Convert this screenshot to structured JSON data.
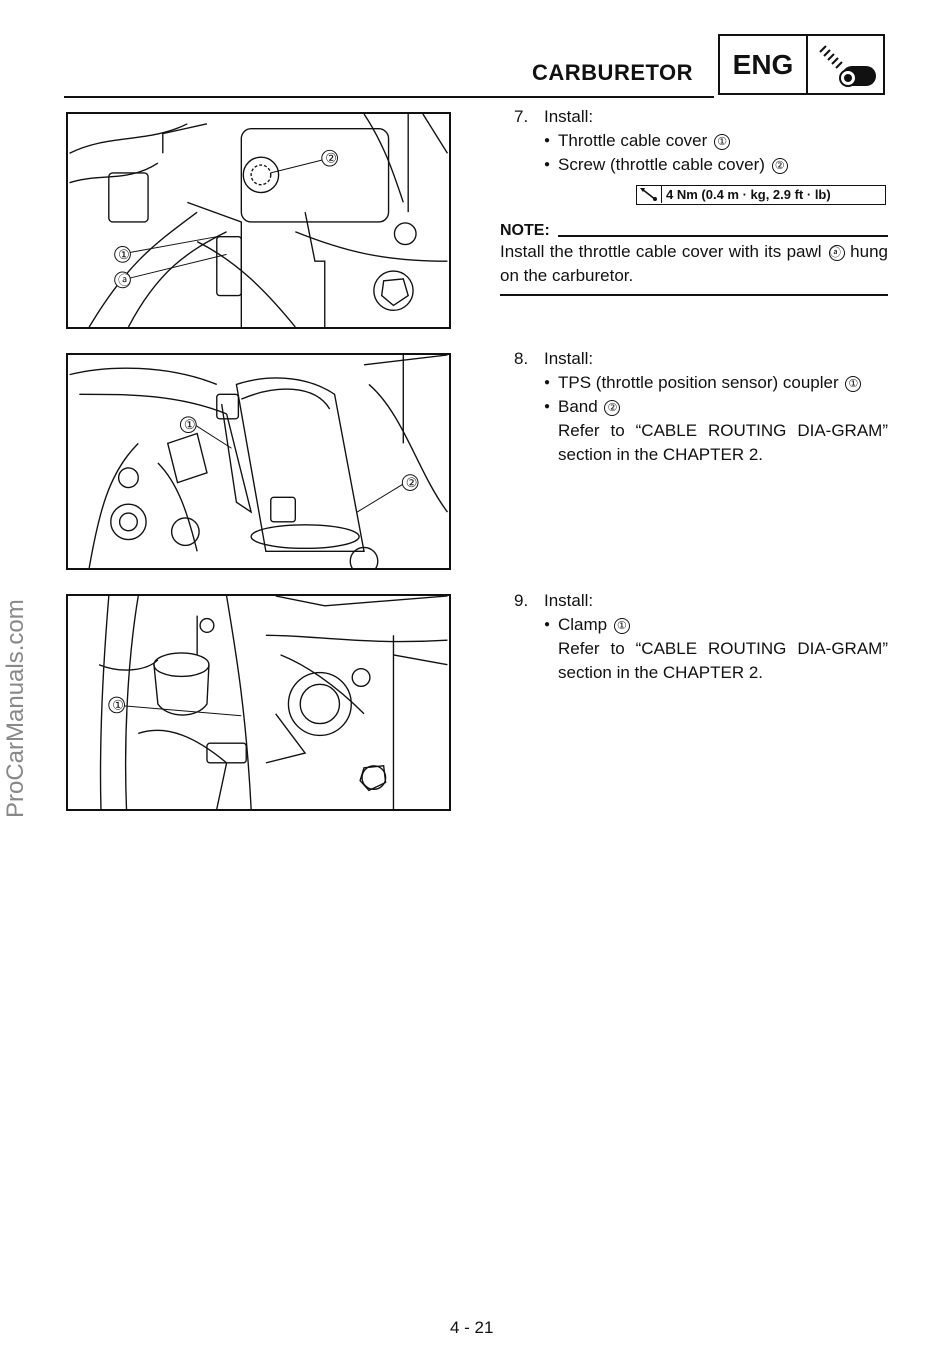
{
  "header": {
    "title": "CARBURETOR",
    "section_badge": "ENG",
    "section_icon": "engine-icon"
  },
  "figures": [
    {
      "callouts": [
        "①",
        "②",
        "ⓐ"
      ]
    },
    {
      "callouts": [
        "①",
        "②"
      ]
    },
    {
      "callouts": [
        "①"
      ]
    }
  ],
  "steps": [
    {
      "number": "7.",
      "heading": "Install:",
      "items": [
        {
          "text": "Throttle cable cover",
          "ref": "①"
        },
        {
          "text": "Screw (throttle cable cover)",
          "ref": "②"
        }
      ],
      "torque": {
        "icon": "torque-wrench-icon",
        "value": "4 Nm (0.4 m · kg, 2.9 ft · lb)"
      },
      "note": {
        "label": "NOTE:",
        "text_before": "Install the throttle cable cover with its pawl",
        "ref": "ⓐ",
        "text_after": "hung on the carburetor."
      }
    },
    {
      "number": "8.",
      "heading": "Install:",
      "items": [
        {
          "text": "TPS (throttle position sensor) coupler",
          "ref": "①"
        },
        {
          "text": "Band",
          "ref": "②"
        }
      ],
      "refer": "Refer to “CABLE ROUTING DIA-GRAM” section in the CHAPTER 2."
    },
    {
      "number": "9.",
      "heading": "Install:",
      "items": [
        {
          "text": "Clamp",
          "ref": "①"
        }
      ],
      "refer": "Refer to “CABLE ROUTING DIA-GRAM” section in the CHAPTER 2."
    }
  ],
  "watermark": "ProCarManuals.com",
  "page_number": "4 - 21"
}
